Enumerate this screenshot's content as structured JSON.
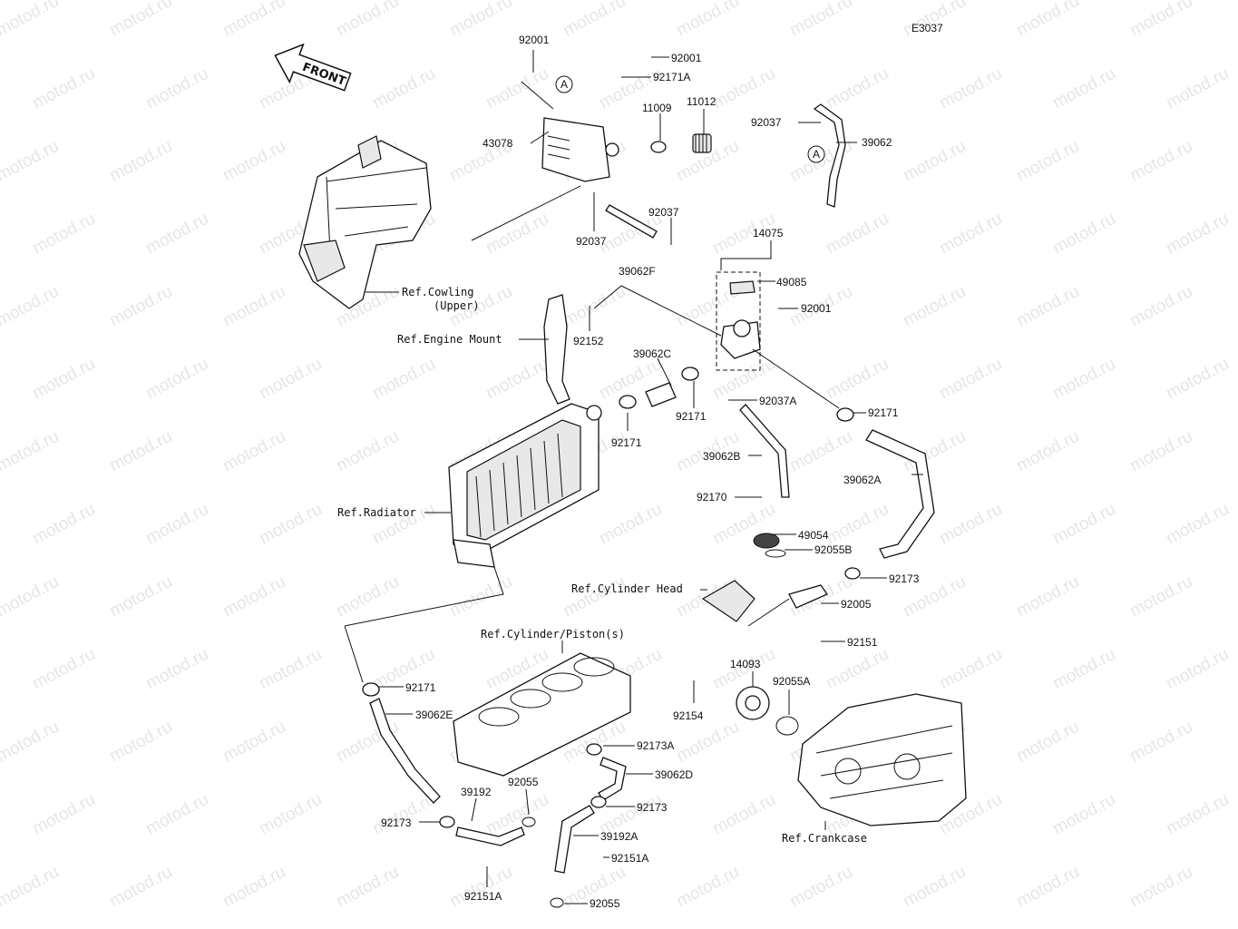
{
  "diagram": {
    "code": "E3037",
    "front_label": "FRONT",
    "watermark": "motod.ru",
    "markers": {
      "a1": "A",
      "a2": "A"
    },
    "refs": {
      "cowling_line1": "Ref.Cowling",
      "cowling_line2": "(Upper)",
      "engine_mount": "Ref.Engine Mount",
      "radiator": "Ref.Radiator",
      "cylinder_head": "Ref.Cylinder Head",
      "cylinder_piston": "Ref.Cylinder/Piston(s)",
      "crankcase": "Ref.Crankcase"
    },
    "parts": {
      "p92001_top": "92001",
      "p92001_b": "92001",
      "p92171A": "92171A",
      "p11009": "11009",
      "p11012": "11012",
      "p43078": "43078",
      "p92037_a": "92037",
      "p92037_b": "92037",
      "p39062F": "39062F",
      "p92037_c": "92037",
      "p39062": "39062",
      "p14075": "14075",
      "p49085": "49085",
      "p92001_c": "92001",
      "p92152": "92152",
      "p39062C": "39062C",
      "p92037A": "92037A",
      "p92171_a": "92171",
      "p92171_b": "92171",
      "p92171_c": "92171",
      "p39062B": "39062B",
      "p39062A": "39062A",
      "p92170": "92170",
      "p49054": "49054",
      "p92055B": "92055B",
      "p92173_a": "92173",
      "p92005": "92005",
      "p92151": "92151",
      "p14093": "14093",
      "p92055A": "92055A",
      "p92154": "92154",
      "p92171_d": "92171",
      "p39062E": "39062E",
      "p92173A": "92173A",
      "p39062D": "39062D",
      "p92055_a": "92055",
      "p39192": "39192",
      "p92173_b": "92173",
      "p92173_c": "92173",
      "p39192A": "39192A",
      "p92151A_a": "92151A",
      "p92151A_b": "92151A",
      "p92055_b": "92055"
    }
  }
}
